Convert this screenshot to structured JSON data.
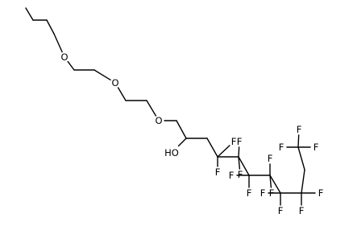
{
  "molecule": {
    "atoms": [
      {
        "id": "c1",
        "label": ""
      },
      {
        "id": "c2",
        "label": ""
      },
      {
        "id": "c3",
        "label": ""
      },
      {
        "id": "c4",
        "label": ""
      },
      {
        "id": "o1",
        "label": "O"
      },
      {
        "id": "c5",
        "label": ""
      },
      {
        "id": "c6",
        "label": ""
      },
      {
        "id": "o2",
        "label": "O"
      },
      {
        "id": "c7",
        "label": ""
      },
      {
        "id": "c8",
        "label": ""
      },
      {
        "id": "o3",
        "label": "O"
      },
      {
        "id": "c9",
        "label": ""
      },
      {
        "id": "c10",
        "label": ""
      },
      {
        "id": "oh",
        "label": "HO"
      },
      {
        "id": "c11",
        "label": ""
      },
      {
        "id": "c12",
        "label": ""
      },
      {
        "id": "f1",
        "label": "F"
      },
      {
        "id": "f2",
        "label": "F"
      },
      {
        "id": "c13",
        "label": ""
      },
      {
        "id": "f3",
        "label": "F"
      },
      {
        "id": "f4",
        "label": "F"
      },
      {
        "id": "c14",
        "label": ""
      },
      {
        "id": "f5",
        "label": "F"
      },
      {
        "id": "f6",
        "label": "F"
      },
      {
        "id": "c15",
        "label": ""
      },
      {
        "id": "f7",
        "label": "F"
      },
      {
        "id": "f8",
        "label": "F"
      },
      {
        "id": "c16",
        "label": ""
      },
      {
        "id": "f9",
        "label": "F"
      },
      {
        "id": "f10",
        "label": "F"
      },
      {
        "id": "c17",
        "label": ""
      },
      {
        "id": "f11",
        "label": "F"
      },
      {
        "id": "f12",
        "label": "F"
      },
      {
        "id": "c18",
        "label": ""
      },
      {
        "id": "f13",
        "label": "F"
      },
      {
        "id": "f14",
        "label": "F"
      },
      {
        "id": "f15",
        "label": "F"
      }
    ],
    "bonds": [
      [
        "c1",
        "c2"
      ],
      [
        "c2",
        "c3"
      ],
      [
        "c3",
        "c4"
      ],
      [
        "c4",
        "o1"
      ],
      [
        "o1",
        "c5"
      ],
      [
        "c5",
        "c6"
      ],
      [
        "c6",
        "o2"
      ],
      [
        "o2",
        "c7"
      ],
      [
        "c7",
        "c8"
      ],
      [
        "c8",
        "o3"
      ],
      [
        "o3",
        "c9"
      ],
      [
        "c9",
        "c10"
      ],
      [
        "c10",
        "oh"
      ],
      [
        "c10",
        "c11"
      ],
      [
        "c11",
        "c12"
      ],
      [
        "c12",
        "f1"
      ],
      [
        "c12",
        "f2"
      ],
      [
        "c12",
        "c13"
      ],
      [
        "c13",
        "f3"
      ],
      [
        "c13",
        "f4"
      ],
      [
        "c13",
        "c14"
      ],
      [
        "c14",
        "f5"
      ],
      [
        "c14",
        "f6"
      ],
      [
        "c14",
        "c15"
      ],
      [
        "c15",
        "f7"
      ],
      [
        "c15",
        "f8"
      ],
      [
        "c15",
        "c16"
      ],
      [
        "c16",
        "f9"
      ],
      [
        "c16",
        "f10"
      ],
      [
        "c16",
        "c17"
      ],
      [
        "c17",
        "f11"
      ],
      [
        "c17",
        "f12"
      ],
      [
        "c17",
        "c18"
      ],
      [
        "c18",
        "f13"
      ],
      [
        "c18",
        "f14"
      ],
      [
        "c18",
        "f15"
      ]
    ]
  }
}
